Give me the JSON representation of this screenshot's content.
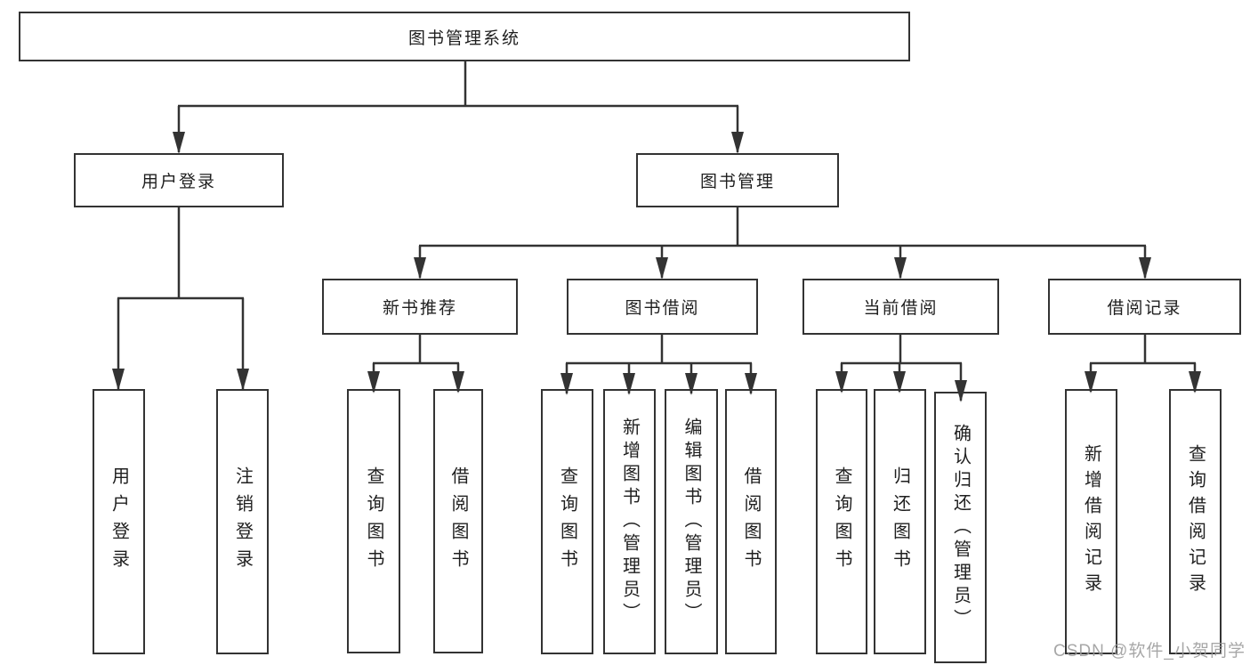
{
  "diagram": {
    "root": "图书管理系统",
    "branches": [
      {
        "label": "用户登录",
        "children": [
          {
            "label": "用户登录"
          },
          {
            "label": "注销登录"
          }
        ]
      },
      {
        "label": "图书管理",
        "children": [
          {
            "label": "新书推荐",
            "children": [
              {
                "label": "查询图书"
              },
              {
                "label": "借阅图书"
              }
            ]
          },
          {
            "label": "图书借阅",
            "children": [
              {
                "label": "查询图书"
              },
              {
                "label": "新增图书（管理员）"
              },
              {
                "label": "编辑图书（管理员）"
              },
              {
                "label": "借阅图书"
              }
            ]
          },
          {
            "label": "当前借阅",
            "children": [
              {
                "label": "查询图书"
              },
              {
                "label": "归还图书"
              },
              {
                "label": "确认归还（管理员）"
              }
            ]
          },
          {
            "label": "借阅记录",
            "children": [
              {
                "label": "新增借阅记录"
              },
              {
                "label": "查询借阅记录"
              }
            ]
          }
        ]
      }
    ]
  },
  "watermark": "CSDN @软件_小贺同学",
  "colors": {
    "line": "#333333",
    "box_border": "#333333",
    "text": "#1f1f1f",
    "watermark": "#9b9b9b",
    "background": "#ffffff"
  }
}
